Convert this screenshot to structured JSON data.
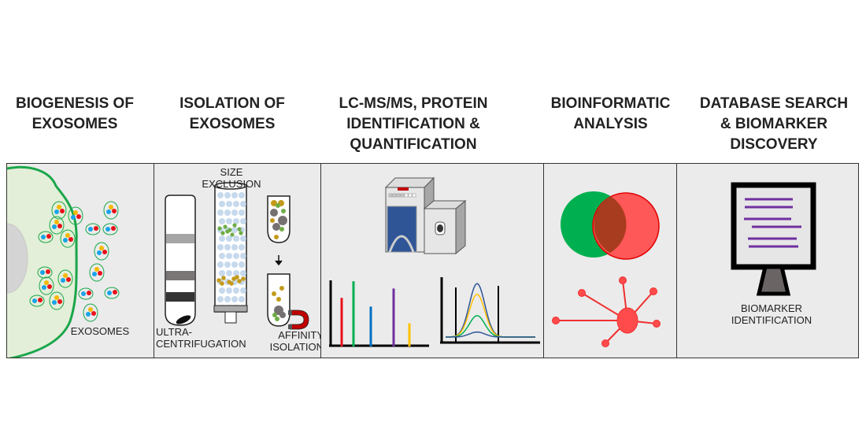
{
  "steps": [
    {
      "heading": "BIOGENESIS OF\nEXOSOMES",
      "labels": {
        "exosomes": "EXOSOMES"
      }
    },
    {
      "heading": "ISOLATION OF\nEXOSOMES",
      "labels": {
        "size_exclusion": "SIZE\nEXCLUSION",
        "ultracentrifugation": "ULTRA-\nCENTRIFUGATION",
        "affinity": "AFFINITY\nISOLATION"
      }
    },
    {
      "heading": "LC-MS/MS, PROTEIN\nIDENTIFICATION &\nQUANTIFICATION",
      "labels": {}
    },
    {
      "heading": "BIOINFORMATIC\nANALYSIS",
      "labels": {}
    },
    {
      "heading": "DATABASE SEARCH\n& BIOMARKER\nDISCOVERY",
      "labels": {
        "biomarker": "BIOMARKER\nIDENTIFICATION"
      }
    }
  ],
  "colors": {
    "cell_membrane": "#1aa64a",
    "cell_fill": "#e3efd8",
    "nucleus": "#d4d4d4",
    "marker_blue": "#1aa3e8",
    "marker_red": "#e8101a",
    "marker_yellow": "#f5b800",
    "venn_green": "#00b050",
    "venn_red": "#ff4b4b",
    "network_red": "#f03030",
    "monitor_lines": "#7030a0",
    "ms_blue": "#2f5597",
    "peak_colors": [
      "#e8101a",
      "#00b050",
      "#0070c0",
      "#7030a0",
      "#ffc000"
    ]
  },
  "ms_peaks": [
    0.66,
    0.89,
    0.54,
    0.79,
    0.31
  ],
  "chromatogram": [
    {
      "color": "#2f5597",
      "height": 0.85
    },
    {
      "color": "#ffc000",
      "height": 0.68
    },
    {
      "color": "#00b050",
      "height": 0.34
    },
    {
      "color": "#2f5597",
      "height": 0.08
    }
  ]
}
